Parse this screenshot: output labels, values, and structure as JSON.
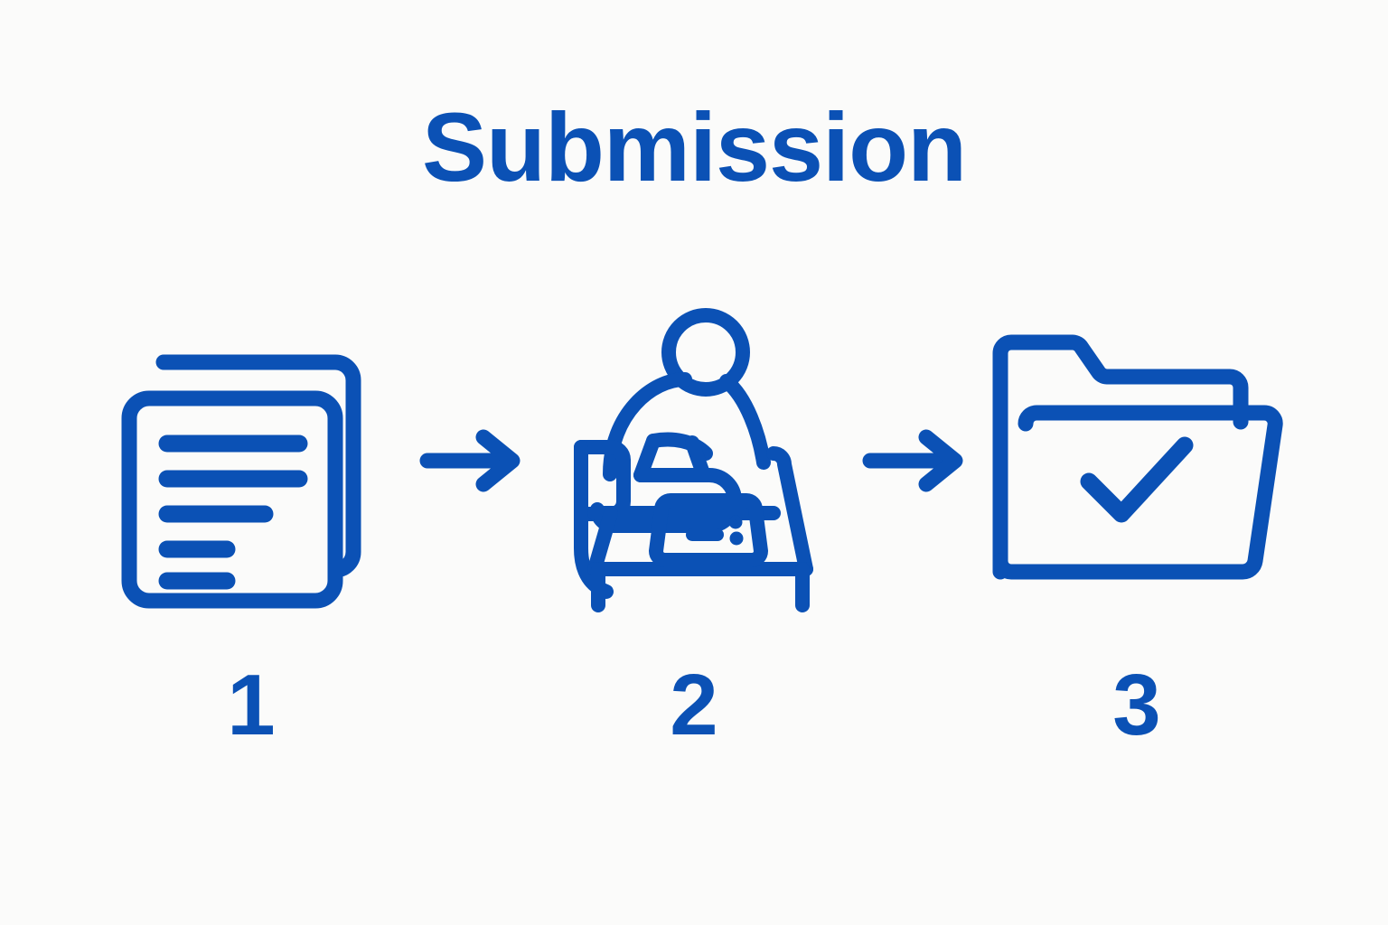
{
  "page": {
    "title": "Submission",
    "background_color": "#fbfbfa",
    "accent_color": "#0b51b5"
  },
  "steps": [
    {
      "number": "1",
      "icon": "documents-icon",
      "icon_description": "stacked paper documents with text lines"
    },
    {
      "number": "2",
      "icon": "person-at-desk-icon",
      "icon_description": "person seated at a desk filling out a form"
    },
    {
      "number": "3",
      "icon": "folder-check-icon",
      "icon_description": "open folder containing a checkmark"
    }
  ],
  "connectors": [
    {
      "icon": "arrow-right-icon"
    },
    {
      "icon": "arrow-right-icon"
    }
  ]
}
